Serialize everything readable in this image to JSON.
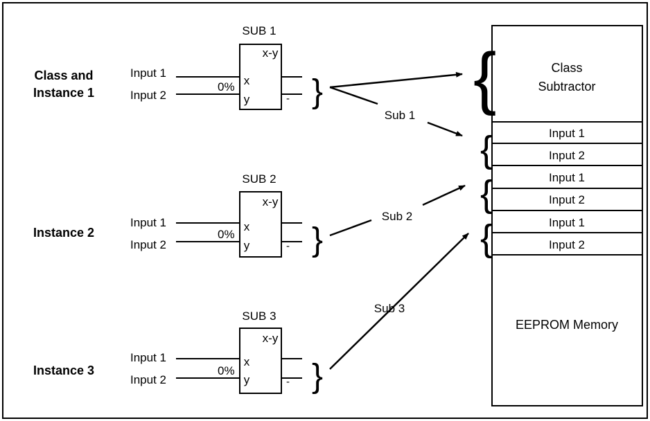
{
  "left_labels": [
    "Class and",
    "Instance 1",
    "Instance 2",
    "Instance 3"
  ],
  "blocks": [
    {
      "title": "SUB 1",
      "op": "x-y",
      "in_x": "x",
      "in_y": "y",
      "pct": "0%",
      "input1": "Input 1",
      "input2": "Input 2",
      "minus": "-"
    },
    {
      "title": "SUB 2",
      "op": "x-y",
      "in_x": "x",
      "in_y": "y",
      "pct": "0%",
      "input1": "Input 1",
      "input2": "Input 2",
      "minus": "-"
    },
    {
      "title": "SUB 3",
      "op": "x-y",
      "in_x": "x",
      "in_y": "y",
      "pct": "0%",
      "input1": "Input 1",
      "input2": "Input 2",
      "minus": "-"
    }
  ],
  "arrow_labels": [
    "Sub 1",
    "Sub 2",
    "Sub 3"
  ],
  "memory": {
    "class_line1": "Class",
    "class_line2": "Subtractor",
    "rows": [
      "Input 1",
      "Input 2",
      "Input 1",
      "Input 2",
      "Input 1",
      "Input 2"
    ],
    "label": "EEPROM Memory"
  },
  "colors": {
    "stroke": "#000000",
    "background": "#ffffff"
  }
}
